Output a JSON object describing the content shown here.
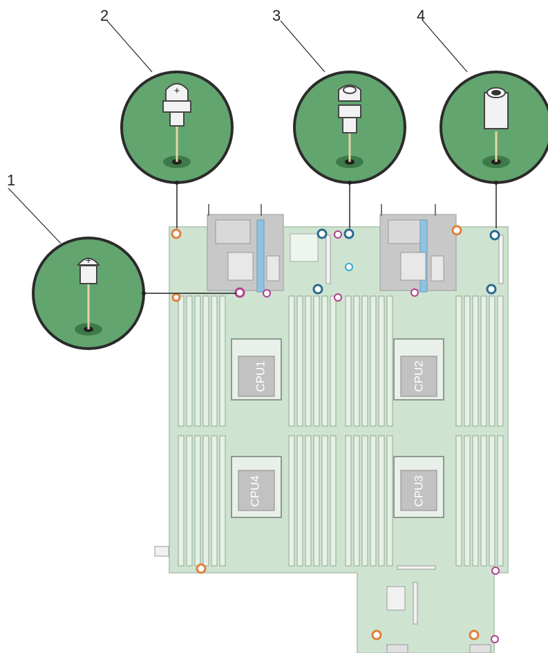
{
  "callouts": [
    {
      "number": "1",
      "kind": "pan-head-screw"
    },
    {
      "number": "2",
      "kind": "captive-screw"
    },
    {
      "number": "3",
      "kind": "standoff-screw"
    },
    {
      "number": "4",
      "kind": "hex-standoff"
    }
  ],
  "cpus": [
    {
      "label": "CPU1"
    },
    {
      "label": "CPU2"
    },
    {
      "label": "CPU3"
    },
    {
      "label": "CPU4"
    }
  ],
  "colors": {
    "board": "#cfe3d1",
    "board_edge": "#b7cdb9",
    "callout_bg": "#63a56f",
    "callout_ring": "#2b2b2b",
    "orange_screw": "#e0803a",
    "magenta_screw": "#b0408e",
    "blue_screw": "#2a6b8f",
    "latch_blue": "#8fc3e3"
  }
}
